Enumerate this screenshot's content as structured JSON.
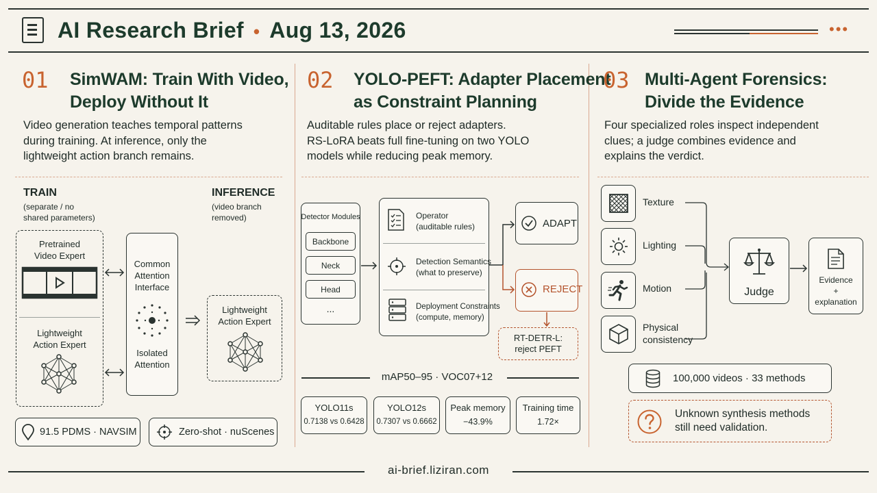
{
  "header": {
    "title": "AI Research Brief",
    "separator": "•",
    "date": "Aug 13, 2026",
    "menu_dots": "•••"
  },
  "panels": [
    {
      "number": "01",
      "title_line1": "SimWAM: Train With Video,",
      "title_line2": "Deploy Without It",
      "desc": [
        "Video generation teaches temporal patterns",
        "during training. At inference, only the",
        "lightweight action branch remains."
      ],
      "train_label": "TRAIN",
      "train_note": [
        "(separate / no",
        "shared parameters)"
      ],
      "inference_label": "INFERENCE",
      "inference_note": [
        "(video branch",
        "removed)"
      ],
      "video_expert": [
        "Pretrained",
        "Video Expert"
      ],
      "action_expert": [
        "Lightweight",
        "Action Expert"
      ],
      "attention_top": [
        "Common",
        "Attention",
        "Interface"
      ],
      "attention_bottom": [
        "Isolated",
        "Attention"
      ],
      "inference_expert": [
        "Lightweight",
        "Action Expert"
      ],
      "stat1": "91.5 PDMS · NAVSIM",
      "stat2": "Zero-shot · nuScenes"
    },
    {
      "number": "02",
      "title_line1": "YOLO-PEFT: Adapter Placement",
      "title_line2": "as Constraint Planning",
      "desc": [
        "Auditable rules place or reject adapters.",
        "RS-LoRA beats full fine-tuning on two YOLO",
        "models while reducing peak memory."
      ],
      "detector_title": "Detector Modules",
      "modules": [
        "Backbone",
        "Neck",
        "Head",
        "..."
      ],
      "operator": [
        "Operator",
        "(auditable rules)"
      ],
      "semantics": [
        "Detection Semantics",
        "(what to preserve)"
      ],
      "constraints": [
        "Deployment Constraints",
        "(compute, memory)"
      ],
      "adapt": "ADAPT",
      "reject": "REJECT",
      "rtdetr": [
        "RT-DETR-L:",
        "reject PEFT"
      ],
      "metric_header": "mAP50–95 · VOC07+12",
      "metrics": [
        {
          "name": "YOLO11s",
          "value": "0.7138 vs 0.6428"
        },
        {
          "name": "YOLO12s",
          "value": "0.7307 vs 0.6662"
        },
        {
          "name": "Peak memory",
          "value": "−43.9%"
        },
        {
          "name": "Training time",
          "value": "1.72×"
        }
      ]
    },
    {
      "number": "03",
      "title_line1": "Multi-Agent Forensics:",
      "title_line2": "Divide the Evidence",
      "desc": [
        "Four specialized roles inspect independent",
        "clues; a judge combines evidence and",
        "explains the verdict."
      ],
      "roles": [
        "Texture",
        "Lighting",
        "Motion",
        "Physical",
        "consistency"
      ],
      "judge": "Judge",
      "evidence": [
        "Evidence",
        "+",
        "explanation"
      ],
      "dataset": "100,000 videos · 33 methods",
      "caveat": [
        "Unknown synthesis methods",
        "still need validation."
      ]
    }
  ],
  "footer": {
    "url": "ai-brief.liziran.com"
  },
  "colors": {
    "accent": "#c8632f",
    "ink": "#1d3b2c",
    "background": "#f6f3ec",
    "reject": "#b4532c"
  }
}
